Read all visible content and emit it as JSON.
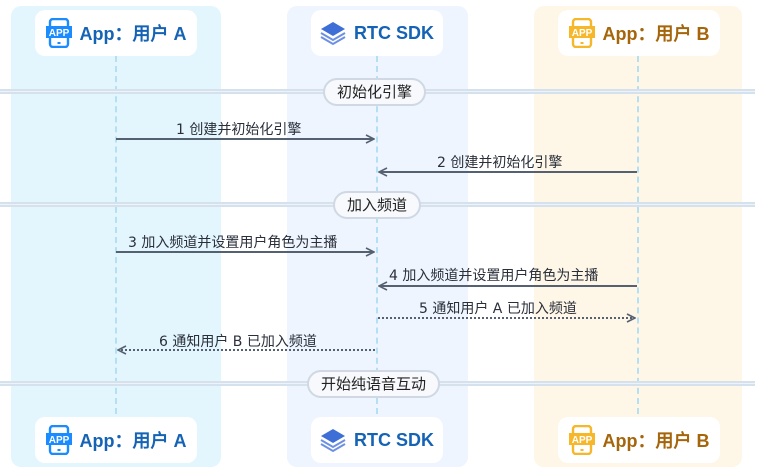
{
  "participants": {
    "user_a": {
      "label": "App：用户 A",
      "icon": "app-phone-icon",
      "color": "#1563b5",
      "icon_color": "#1a8cff"
    },
    "sdk": {
      "label": "RTC SDK",
      "icon": "layers-stack-icon",
      "color": "#1563b5",
      "icon_color": "#3e6fd6"
    },
    "user_b": {
      "label": "App：用户 B",
      "icon": "app-phone-icon",
      "color": "#a5650a",
      "icon_color": "#f6b72b"
    }
  },
  "icon_text": "APP",
  "phases": [
    {
      "label": "初始化引擎"
    },
    {
      "label": "加入频道"
    },
    {
      "label": "开始纯语音互动"
    }
  ],
  "messages": [
    {
      "index": 1,
      "text": "1 创建并初始化引擎",
      "from": "user_a",
      "to": "sdk",
      "style": "solid"
    },
    {
      "index": 2,
      "text": "2 创建并初始化引擎",
      "from": "user_b",
      "to": "sdk",
      "style": "solid"
    },
    {
      "index": 3,
      "text": "3 加入频道并设置用户角色为主播",
      "from": "user_a",
      "to": "sdk",
      "style": "solid"
    },
    {
      "index": 4,
      "text": "4 加入频道并设置用户角色为主播",
      "from": "user_b",
      "to": "sdk",
      "style": "solid"
    },
    {
      "index": 5,
      "text": "5 通知用户 A 已加入频道",
      "from": "sdk",
      "to": "user_b",
      "style": "dotted"
    },
    {
      "index": 6,
      "text": "6 通知用户 B 已加入频道",
      "from": "sdk",
      "to": "user_a",
      "style": "dotted"
    }
  ]
}
